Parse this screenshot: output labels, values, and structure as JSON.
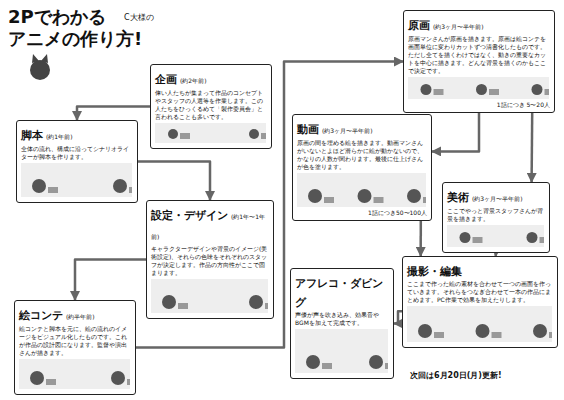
{
  "diagram": {
    "title": "2Pでわかる アニメの作り方!",
    "nodes": [
      {
        "text": [
          "企画",
          "(約2年前)",
          "偉い人たちが集まって作品のコンセプトやスタッフの人選等を作業します。この人たちをひっくるめて「製作委員会」と言われることも多いです。"
        ]
      },
      {
        "text": [
          "脚本",
          "(約1年前)",
          "全体の流れ、構成に沿ってシナリオライターが脚本を作ります。"
        ]
      },
      {
        "text": [
          "設定・デザイン",
          "(約1年〜1年前)",
          "キャラクターデザインや背景のイメージ(美術設定)、それらの色味をそれぞれのスタッフが決定します。作品の方向性がここで固まります。"
        ]
      },
      {
        "text": [
          "絵コンテ",
          "(約半年前)",
          "絵コンテと脚本を元に、絵の流れのイメージをビジュアル化したものです。これが作品の設計図になります。監督や演出さんが描きます。"
        ]
      },
      {
        "text": [
          "原画",
          "(約3ヶ月〜半年前)",
          "原画マンさんが原画を描きます。原画は絵コンテを画面単位に変わりカットずつ清書化したものです。ただし全てを描くわけではなく、動きの重要なカットを中心に描きます。どんな背景を描くのかもここで決定です。",
          "1話につき 5〜20人"
        ]
      },
      {
        "text": [
          "動画",
          "(約3ヶ月〜半年前)",
          "原画の間を埋める絵を描きます。動画マンさんがいないとよほど滑らかに絵が動かないので、かなりの人数が関わります。最後に仕上げさんが色を塗ります。",
          "1話につき50〜100人"
        ]
      },
      {
        "text": [
          "美術",
          "(約3ヶ月〜半年前)",
          "ここでやっと背景スタッフさんが背景を描きます。"
        ]
      },
      {
        "text": [
          "撮影・編集",
          "ここまで作った絵の素材を合わせて一つの画面を作っていきます。それらをつなぎ合わせて一本の作品にまとめます。PC作業で効果を加えたりします。"
        ]
      },
      {
        "text": [
          "アフレコ・ダビング",
          "声優が声を吹き込み、効果音やBGMを加えて完成です。"
        ]
      }
    ],
    "edges": [
      {
        "from": 0,
        "to": 1,
        "arrow": "to"
      },
      {
        "from": 1,
        "to": 2,
        "arrow": "to"
      },
      {
        "from": 2,
        "to": 3,
        "arrow": "to"
      },
      {
        "from": 3,
        "to": 4,
        "arrow": "to"
      },
      {
        "from": 4,
        "to": 5,
        "arrow": "to"
      },
      {
        "from": 4,
        "to": 6,
        "arrow": "to"
      },
      {
        "from": 5,
        "to": 7,
        "arrow": "to"
      },
      {
        "from": 6,
        "to": 7,
        "arrow": "to"
      },
      {
        "from": 7,
        "to": 8,
        "arrow": "to"
      }
    ],
    "labels": [
      "C大様の",
      "次回は6月20日(月)更新!"
    ]
  }
}
